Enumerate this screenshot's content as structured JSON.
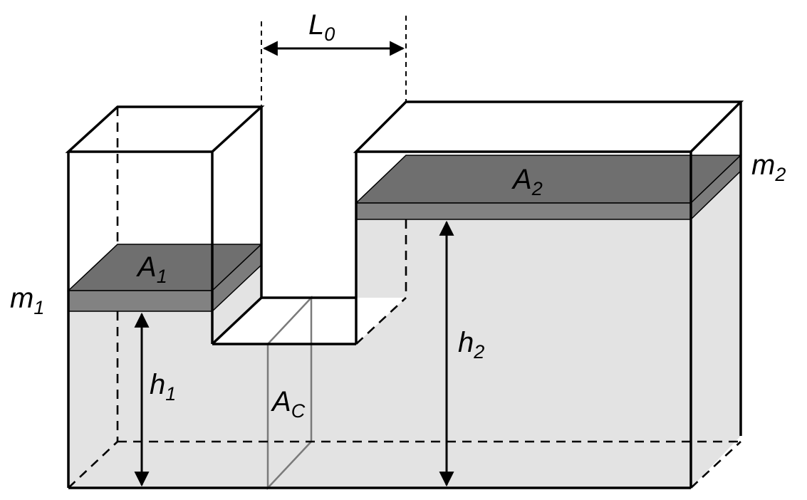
{
  "labels": {
    "L0": {
      "main": "L",
      "sub": "0"
    },
    "A1": {
      "main": "A",
      "sub": "1"
    },
    "A2": {
      "main": "A",
      "sub": "2"
    },
    "m1": {
      "main": "m",
      "sub": "1"
    },
    "m2": {
      "main": "m",
      "sub": "2"
    },
    "h1": {
      "main": "h",
      "sub": "1"
    },
    "h2": {
      "main": "h",
      "sub": "2"
    },
    "Ac": {
      "main": "A",
      "sub": "C"
    }
  },
  "colors": {
    "line": "#000000",
    "fluid": "#e3e3e3",
    "piston_top": "#6f6f6f",
    "piston_side": "#828282",
    "section": "#7a7a7a"
  }
}
